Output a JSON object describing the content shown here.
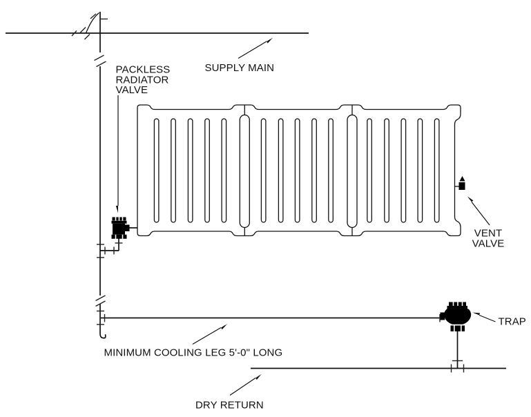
{
  "diagram": {
    "type": "steam-heating-piping-detail",
    "background_color": "#ffffff",
    "line_color": "#111111",
    "labels": {
      "packless_valve": {
        "line1": "PACKLESS",
        "line2": "RADIATOR",
        "line3": "VALVE"
      },
      "supply_main": "SUPPLY MAIN",
      "vent_valve": {
        "line1": "VENT",
        "line2": "VALVE"
      },
      "trap": "TRAP",
      "cooling_leg": "MINIMUM COOLING LEG 5'-0\" LONG",
      "dry_return": "DRY RETURN"
    }
  }
}
